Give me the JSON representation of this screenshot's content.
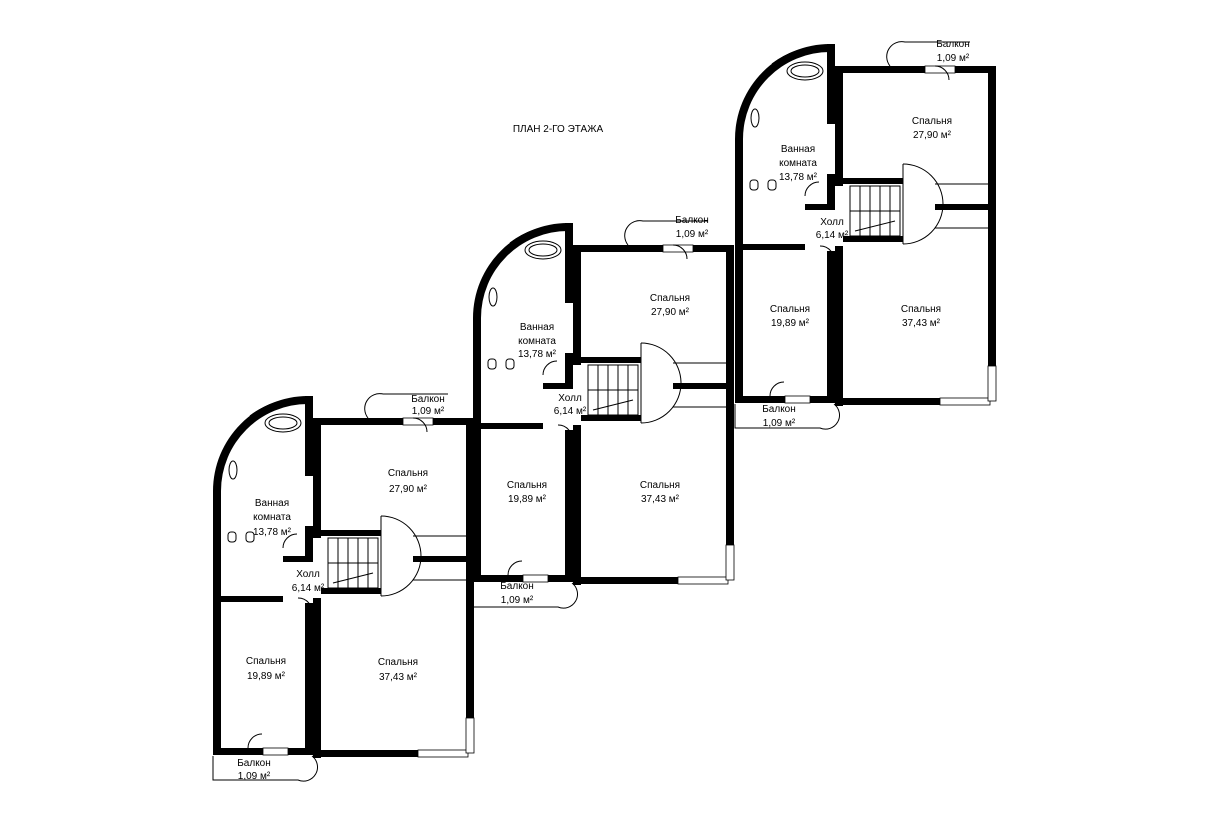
{
  "title": "ПЛАН 2-ГО ЭТАЖА",
  "units": [
    {
      "balcony_top": {
        "name": "Балкон",
        "area": "1,09 м²"
      },
      "bedroom_top": {
        "name": "Спальня",
        "area": "27,90 м²"
      },
      "bathroom": {
        "name_1": "Ванная",
        "name_2": "комната",
        "area": "13,78 м²"
      },
      "hall": {
        "name": "Холл",
        "area": "6,14 м²"
      },
      "bedroom_small": {
        "name": "Спальня",
        "area": "19,89 м²"
      },
      "bedroom_large": {
        "name": "Спальня",
        "area": "37,43 м²"
      },
      "balcony_bottom": {
        "name": "Балкон",
        "area": "1,09 м²"
      }
    },
    {
      "balcony_top": {
        "name": "Балкон",
        "area": "1,09 м²"
      },
      "bedroom_top": {
        "name": "Спальня",
        "area": "27,90 м²"
      },
      "bathroom": {
        "name_1": "Ванная",
        "name_2": "комната",
        "area": "13,78 м²"
      },
      "hall": {
        "name": "Холл",
        "area": "6,14 м²"
      },
      "bedroom_small": {
        "name": "Спальня",
        "area": "19,89 м²"
      },
      "bedroom_large": {
        "name": "Спальня",
        "area": "37,43 м²"
      },
      "balcony_bottom": {
        "name": "Балкон",
        "area": "1,09 м²"
      }
    },
    {
      "balcony_top": {
        "name": "Балкон",
        "area": "1,09 м²"
      },
      "bedroom_top": {
        "name": "Спальня",
        "area": "27,90 м²"
      },
      "bathroom": {
        "name_1": "Ванная",
        "name_2": "комната",
        "area": "13,78 м²"
      },
      "hall": {
        "name": "Холл",
        "area": "6,14 м²"
      },
      "bedroom_small": {
        "name": "Спальня",
        "area": "19,89 м²"
      },
      "bedroom_large": {
        "name": "Спальня",
        "area": "37,43 м²"
      },
      "balcony_bottom": {
        "name": "Балкон",
        "area": "1,09 м²"
      }
    }
  ]
}
